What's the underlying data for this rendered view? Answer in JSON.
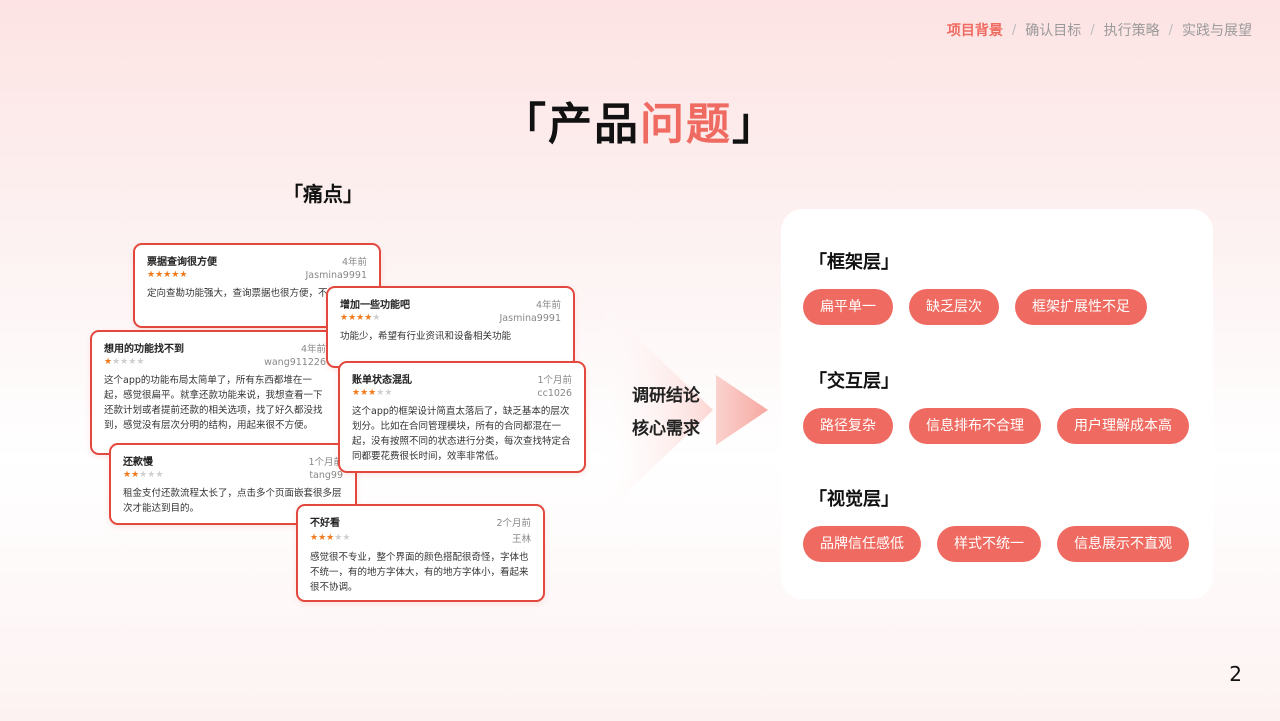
{
  "nav": {
    "items": [
      {
        "label": "项目背景"
      },
      {
        "label": "确认目标"
      },
      {
        "label": "执行策略"
      },
      {
        "label": "实践与展望"
      }
    ],
    "separator": "/",
    "active_color": "#ef6b61"
  },
  "title": {
    "open": "「",
    "part1": "产品",
    "highlight": "问题",
    "close": "」"
  },
  "subtitle": "「痛点」",
  "reviews": [
    {
      "title": "票据查询很方便",
      "time": "4年前",
      "stars": 5,
      "user": "Jasmina9991",
      "body": "定向查勘功能强大，查询票据也很方便，不错！"
    },
    {
      "title": "增加一些功能吧",
      "time": "4年前",
      "stars": 4,
      "user": "Jasmina9991",
      "body": "功能少，希望有行业资讯和设备相关功能"
    },
    {
      "title": "想用的功能找不到",
      "time": "4年前",
      "stars": 1,
      "user": "wang911226",
      "body": "这个app的功能布局太简单了，所有东西都堆在一起，感觉很扁平。就拿还款功能来说，我想查看一下还款计划或者提前还款的相关选项，找了好久都没找到，感觉没有层次分明的结构，用起来很不方便。"
    },
    {
      "title": "账单状态混乱",
      "time": "1个月前",
      "stars": 3,
      "user": "cc1026",
      "body": "这个app的框架设计简直太落后了，缺乏基本的层次划分。比如在合同管理模块，所有的合同都混在一起，没有按照不同的状态进行分类，每次查找特定合同都要花费很长时间，效率非常低。"
    },
    {
      "title": "还款慢",
      "time": "1个月前",
      "stars": 2,
      "user": "tang99",
      "body": "租金支付还款流程太长了，点击多个页面嵌套很多层次才能达到目的。"
    },
    {
      "title": "不好看",
      "time": "2个月前",
      "stars": 3,
      "user": "王林",
      "body": "感觉很不专业，整个界面的颜色搭配很奇怪，字体也不统一，有的地方字体大，有的地方字体小，看起来很不协调。"
    }
  ],
  "conclusion": {
    "line1": "调研结论",
    "line2": "核心需求"
  },
  "layers": [
    {
      "title": "「框架层」",
      "tags": [
        "扁平单一",
        "缺乏层次",
        "框架扩展性不足"
      ]
    },
    {
      "title": "「交互层」",
      "tags": [
        "路径复杂",
        "信息排布不合理",
        "用户理解成本高"
      ]
    },
    {
      "title": "「视觉层」",
      "tags": [
        "品牌信任感低",
        "样式不统一",
        "信息展示不直观"
      ]
    }
  ],
  "page_number": "2",
  "colors": {
    "accent": "#ef6b61",
    "card_border": "#e2483d",
    "star": "#f0791b"
  }
}
